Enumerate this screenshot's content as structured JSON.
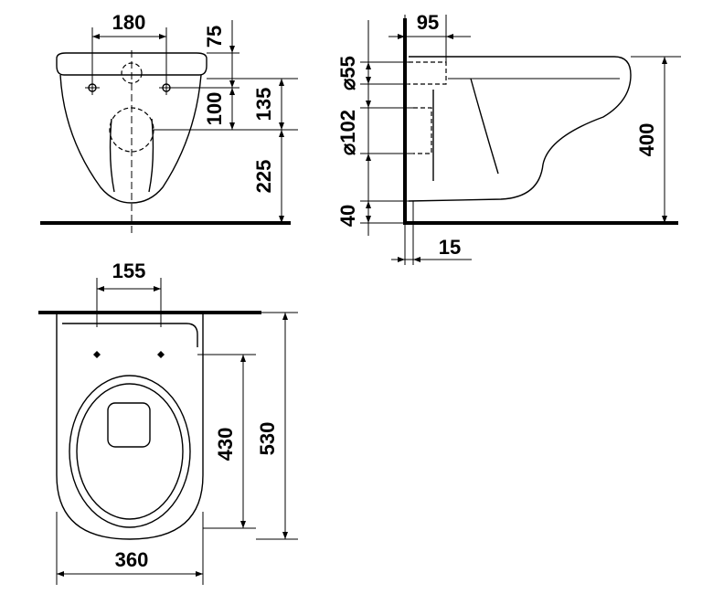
{
  "front_view": {
    "hole_spacing": "180",
    "top_to_holes": "75",
    "holes_to_outlet": "100",
    "top_to_outlet": "135",
    "outlet_to_floor": "225"
  },
  "side_view": {
    "wall_offset": "95",
    "inlet_diameter": "⌀55",
    "outlet_diameter": "⌀102",
    "base_offset": "40",
    "height": "400",
    "wall_gap": "15"
  },
  "top_view": {
    "hole_spacing": "155",
    "holes_to_front": "430",
    "length": "530",
    "width": "360"
  }
}
